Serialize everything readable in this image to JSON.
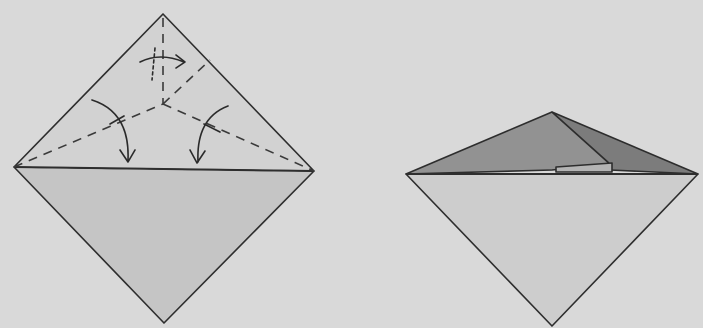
{
  "diagram": {
    "steps": [
      {
        "name": "step-1-fold-instructions",
        "arrows": [
          "fold-arrow-top",
          "fold-arrow-left",
          "fold-arrow-right"
        ],
        "fold_lines": "dashed"
      },
      {
        "name": "step-2-folded-result"
      }
    ],
    "colors": {
      "background": "#d9d9d9",
      "paper_light": "#cfcfcf",
      "paper_mid": "#c2c2c2",
      "paper_dark": "#8e8e8e",
      "paper_darker": "#7a7a7a",
      "line": "#2d2d2d"
    }
  }
}
